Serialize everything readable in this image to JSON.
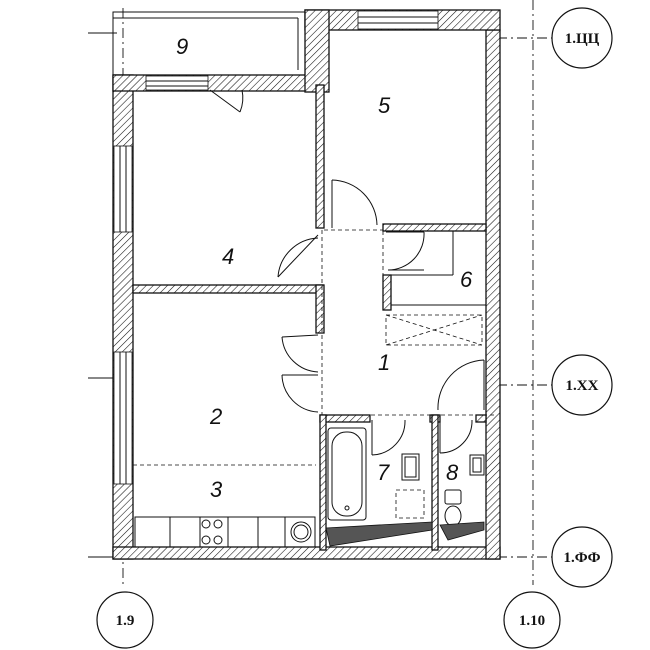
{
  "rooms": {
    "r1": "1",
    "r2": "2",
    "r3": "3",
    "r4": "4",
    "r5": "5",
    "r6": "6",
    "r7": "7",
    "r8": "8",
    "r9": "9"
  },
  "axes": {
    "top_right": "1.ЦЦ",
    "middle_right": "1.XX",
    "bottom_right": "1.ФФ",
    "bottom_left": "1.9",
    "bottom_mid": "1.10"
  },
  "colors": {
    "line": "#111111",
    "hatch": "#111111",
    "background": "#ffffff"
  }
}
